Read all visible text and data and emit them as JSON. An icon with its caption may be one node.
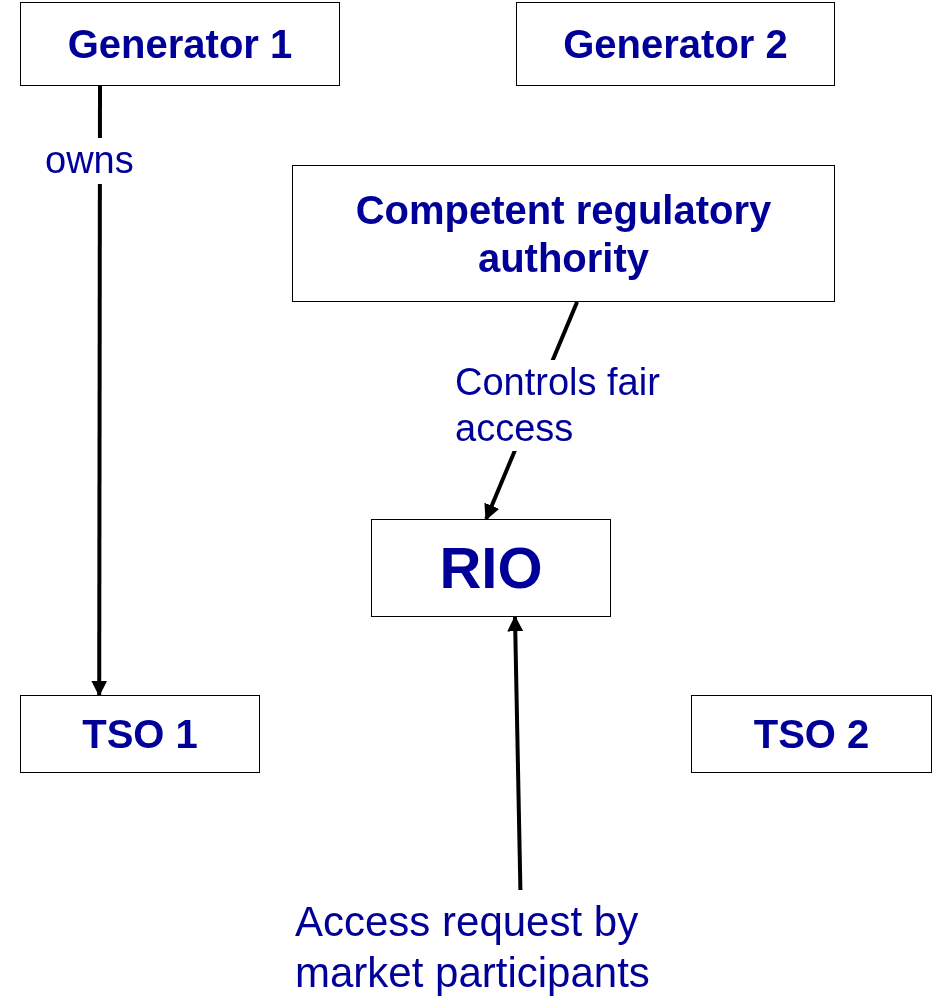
{
  "diagram": {
    "nodes": [
      {
        "text": [
          "Generator 1"
        ]
      },
      {
        "text": [
          "Generator 2"
        ]
      },
      {
        "text": [
          "Competent regulatory authority"
        ]
      },
      {
        "text": [
          "RIO"
        ]
      },
      {
        "text": [
          "TSO 1"
        ]
      },
      {
        "text": [
          "TSO 2"
        ]
      },
      {
        "text": [
          "Access request by market participants"
        ]
      }
    ],
    "edges": [
      {
        "from": 0,
        "to": 4,
        "arrow": "to",
        "label": "owns"
      },
      {
        "from": 2,
        "to": 3,
        "arrow": "to",
        "label": "Controls fair access"
      },
      {
        "from": 6,
        "to": 3,
        "arrow": "to"
      }
    ]
  }
}
